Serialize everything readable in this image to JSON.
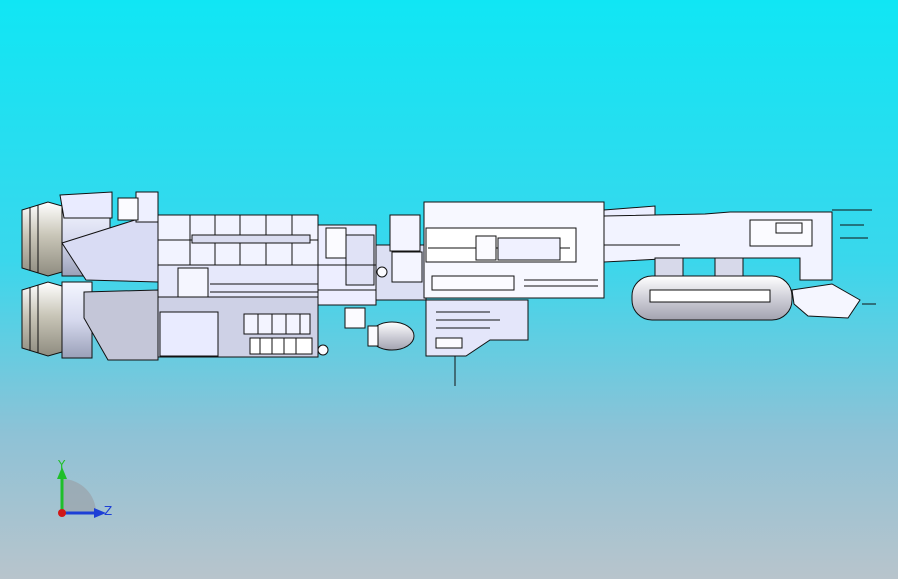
{
  "viewport": {
    "background_top": "#10e6f4",
    "background_bottom": "#b8c4cc",
    "model": "ship-side-view"
  },
  "triad": {
    "y_label": "Y",
    "z_label": "Z",
    "y_color": "#1fbf2a",
    "z_color": "#1d3fd6",
    "x_color": "#d01818"
  }
}
